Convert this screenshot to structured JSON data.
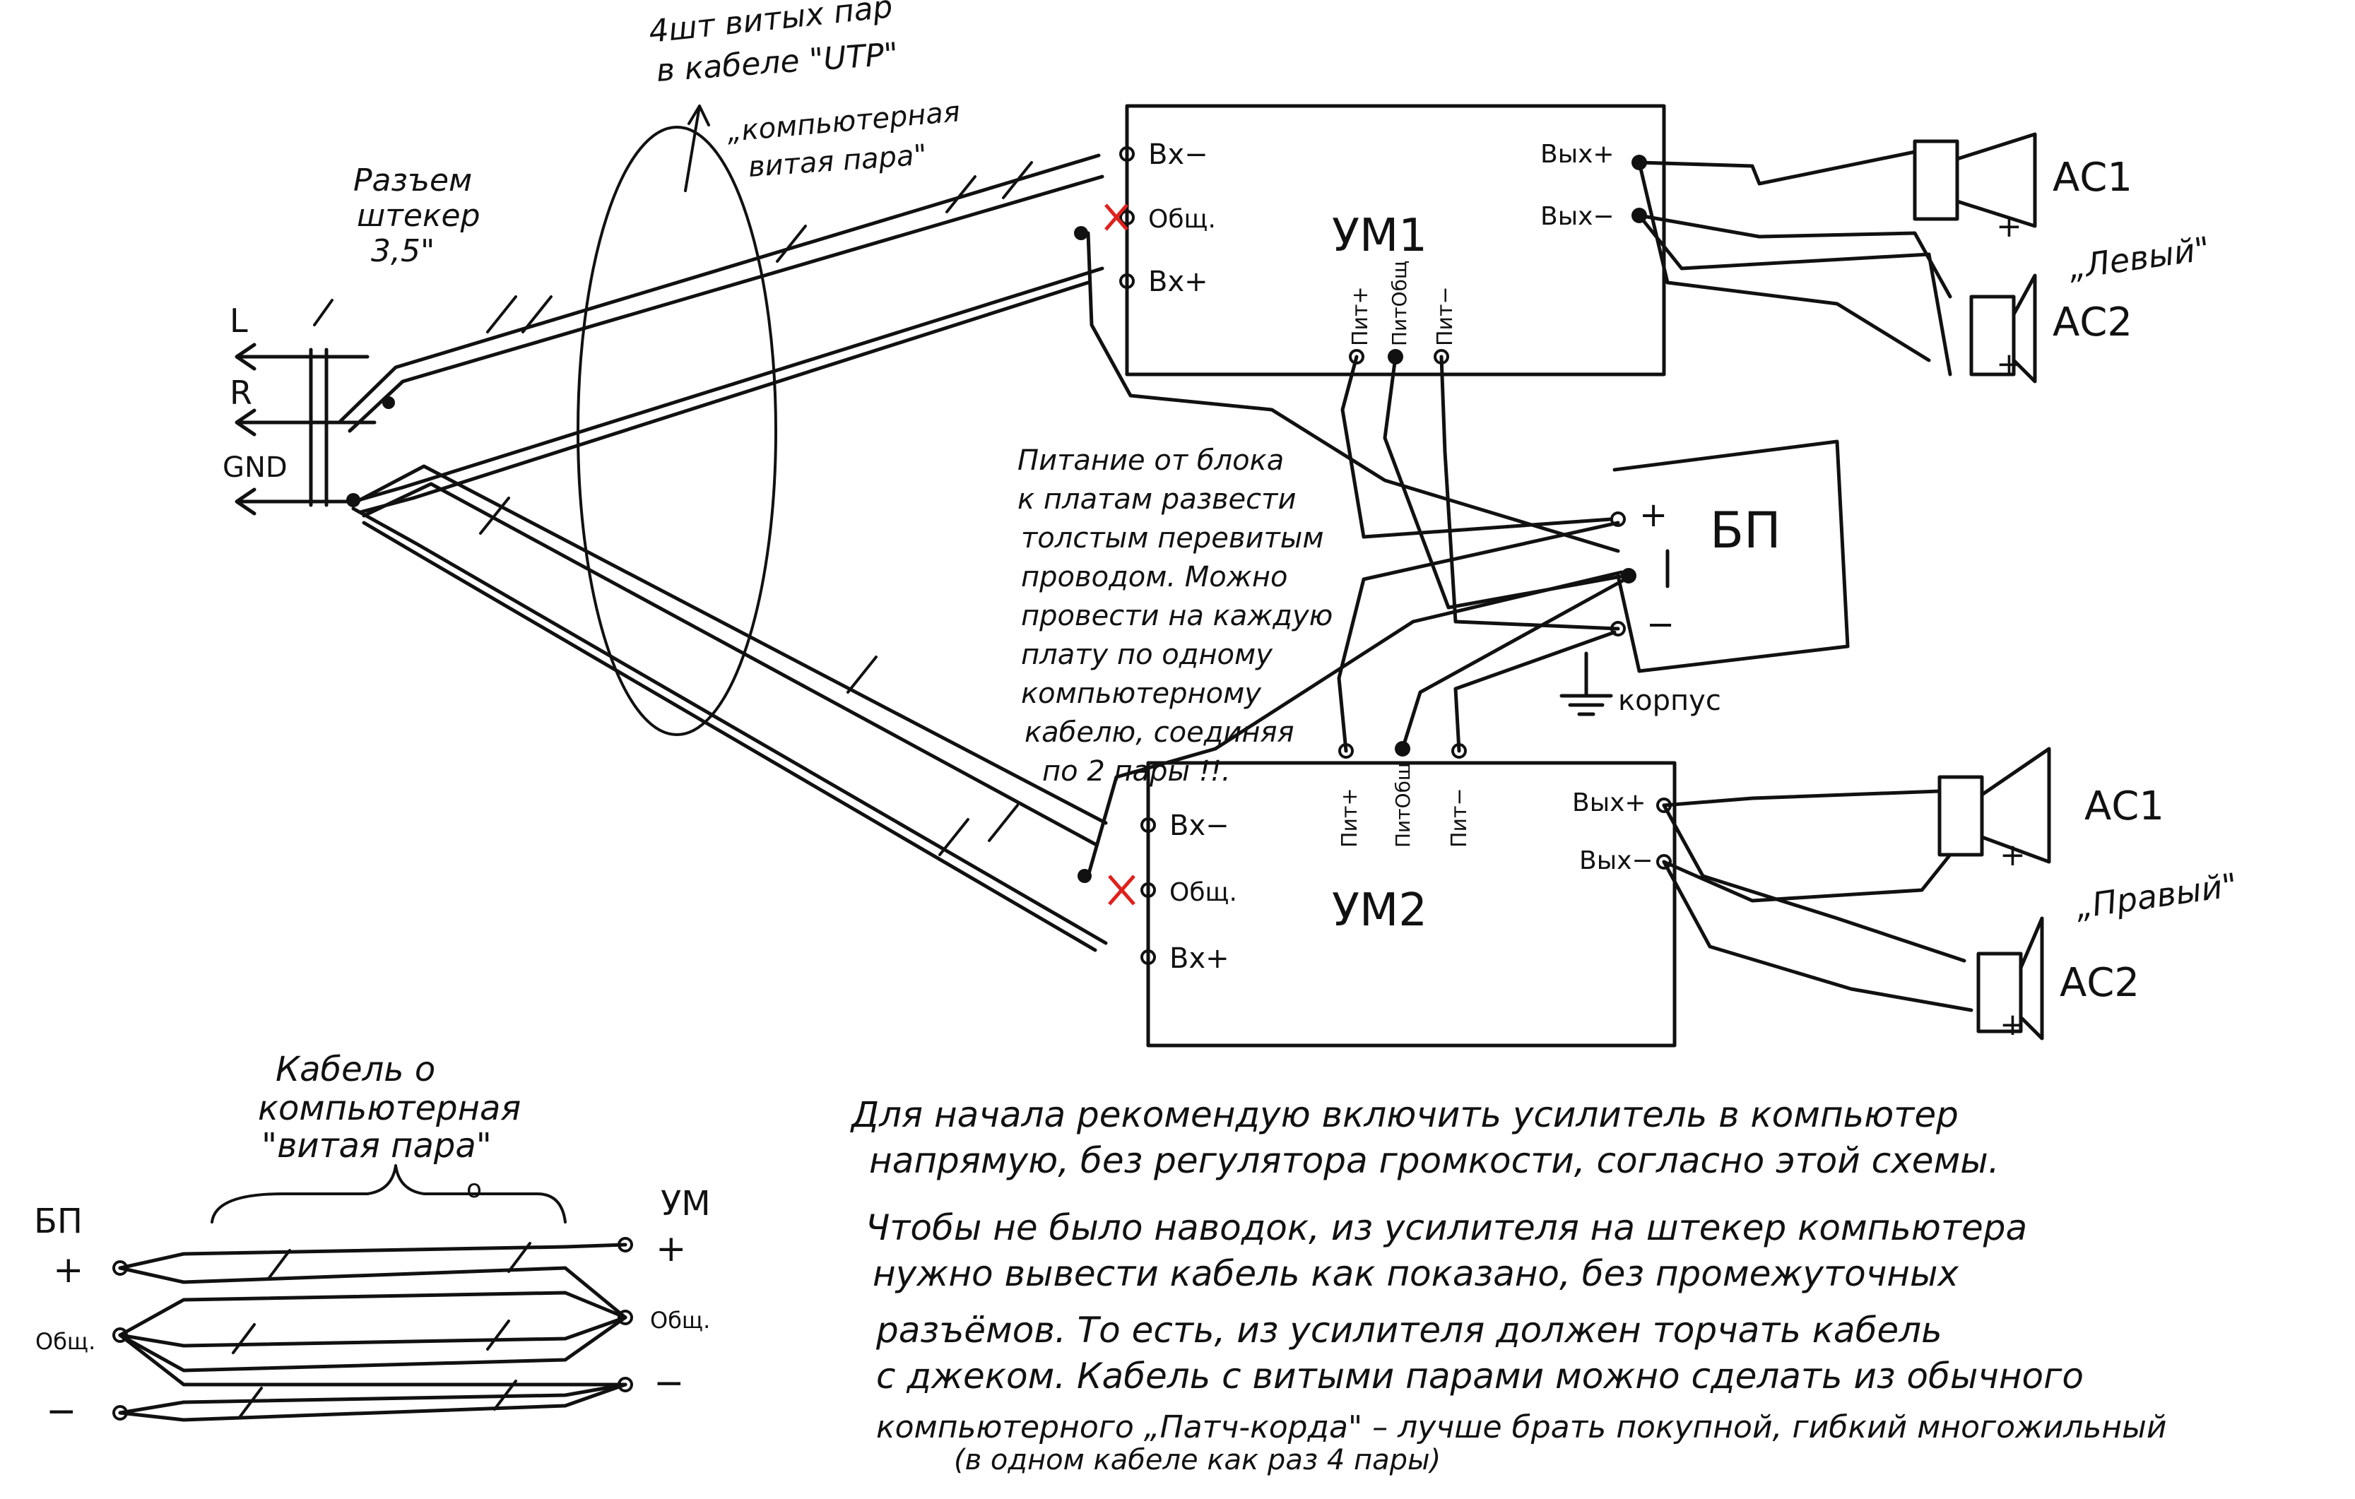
{
  "colors": {
    "ink": "#111111",
    "mark": "#e0201c",
    "paper": "#ffffff"
  },
  "connector": {
    "label": "Разъем\nштекер\n3,5\"",
    "pins": [
      "L",
      "R",
      "GND"
    ]
  },
  "cable_note": {
    "line1": "4шт витых пар",
    "line2": "в кабеле \"UTP\"",
    "line3": "„компьютерная",
    "line4": "витая пара\""
  },
  "um1": {
    "name": "УМ1",
    "in_minus": "Вх−",
    "common": "Общ.",
    "in_plus": "Вх+",
    "out_plus": "Вых+",
    "out_minus": "Вых−",
    "pwr_plus": "Пит+",
    "pwr_common": "ПитОбщ",
    "pwr_minus": "Пит−"
  },
  "um2": {
    "name": "УМ2",
    "in_minus": "Вх−",
    "common": "Общ.",
    "in_plus": "Вх+",
    "out_plus": "Вых+",
    "out_minus": "Вых−",
    "pwr_plus": "Пит+",
    "pwr_common": "ПитОбщ",
    "pwr_minus": "Пит−"
  },
  "psu": {
    "name": "БП",
    "plus": "+",
    "minus": "−",
    "chassis": "корпус"
  },
  "speakers": {
    "ac1": "АС1",
    "ac2": "АС2",
    "left": "„Левый\"",
    "right": "„Правый\"",
    "plus": "+"
  },
  "power_note": {
    "lines": [
      "Питание от блока",
      "к платам развести",
      "толстым перевитым",
      "проводом. Можно",
      "провести на каждую",
      "плату по одному",
      "компьютерному",
      "кабелю, соединяя",
      "по 2 пары !!."
    ]
  },
  "legend": {
    "title1": "Кабель о",
    "title2": "компьютерная",
    "title3": "\"витая пара\"",
    "left_head": "БП",
    "right_head": "УМ",
    "rows": [
      "+",
      "Общ.",
      "−"
    ],
    "brace_mark": "о"
  },
  "bottom_note": {
    "lines": [
      "Для начала рекомендую включить усилитель в компьютер",
      "напрямую, без регулятора громкости, согласно этой схемы.",
      "Чтобы не было наводок, из усилителя на штекер компьютера",
      "нужно вывести кабель как показано, без промежуточных",
      "разъёмов. То есть, из усилителя должен торчать кабель",
      "с джеком. Кабель с витыми парами можно сделать из обычного",
      "компьютерного „Патч-корда\" – лучше брать покупной, гибкий многожильный",
      "(в одном кабеле как раз 4 пары)"
    ]
  }
}
